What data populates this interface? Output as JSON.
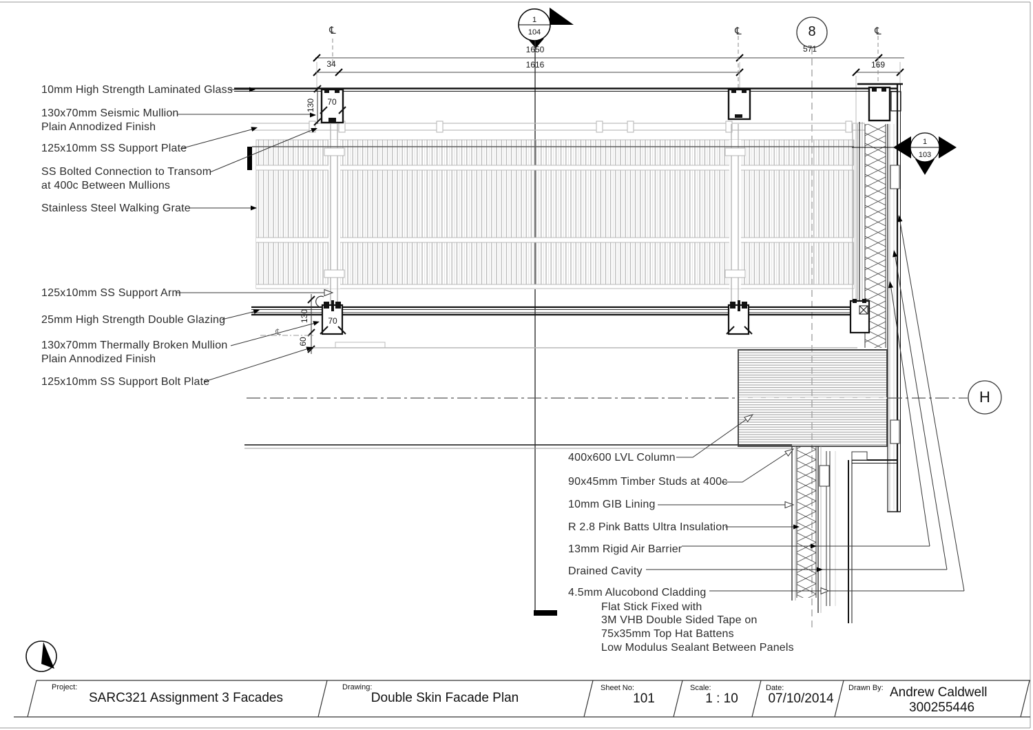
{
  "labels": {
    "glass": "10mm High Strength Laminated Glass",
    "seismic1": "130x70mm Seismic Mullion",
    "seismic2": "Plain Annodized Finish",
    "plate": "125x10mm SS Support Plate",
    "bolted1": "SS Bolted Connection to Transom",
    "bolted2": "at 400c Between Mullions",
    "grate": "Stainless Steel Walking Grate",
    "arm": "125x10mm SS Support Arm",
    "glazing": "25mm High Strength Double Glazing",
    "thermal1": "130x70mm Thermally Broken Mullion",
    "thermal2": "Plain Annodized Finish",
    "boltplate": "125x10mm SS Support Bolt Plate",
    "lvl": "400x600 LVL Column",
    "studs": "90x45mm Timber Studs at 400c",
    "gib": "10mm GIB Lining",
    "batts": "R 2.8 Pink Batts Ultra Insulation",
    "airbarrier": "13mm Rigid Air Barrier",
    "cavity": "Drained Cavity",
    "alucobond1": "4.5mm Alucobond Cladding",
    "alucobond2": "Flat Stick Fixed with",
    "alucobond3": "3M VHB Double Sided Tape on",
    "alucobond4": "75x35mm Top Hat Battens",
    "alucobond5": "Low Modulus Sealant Between Panels"
  },
  "dims": {
    "d34": "34",
    "d1650": "1650",
    "d1616": "1616",
    "d571": "571",
    "d169": "169",
    "d70_top": "70",
    "d130_top": "130",
    "d70_bot": "70",
    "d130_bot": "130",
    "d60": "60"
  },
  "markers": {
    "sec104_num": "1",
    "sec104_sheet": "104",
    "grid8": "8",
    "sec103_num": "1",
    "sec103_sheet": "103",
    "gridH": "H",
    "cl_symbol": "℄"
  },
  "titleblock": {
    "project_label": "Project:",
    "project": "SARC321 Assignment 3 Facades",
    "drawing_label": "Drawing:",
    "drawing": "Double Skin Facade Plan",
    "sheet_label": "Sheet No:",
    "sheet": "101",
    "scale_label": "Scale:",
    "scale": "1 : 10",
    "date_label": "Date:",
    "date": "07/10/2014",
    "drawnby_label": "Drawn By:",
    "drawnby_name": "Andrew Caldwell",
    "drawnby_id": "300255446"
  }
}
